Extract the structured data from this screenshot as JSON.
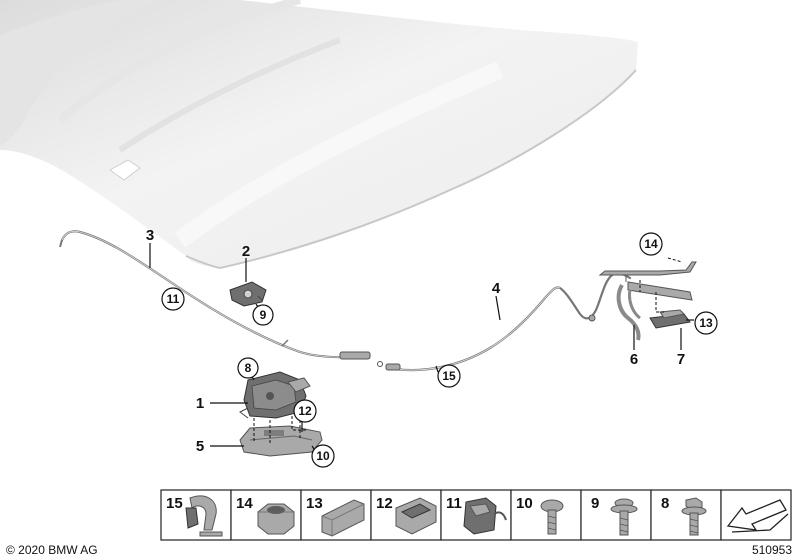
{
  "callouts": {
    "c1": "1",
    "c2": "2",
    "c3": "3",
    "c4": "4",
    "c5": "5",
    "c6": "6",
    "c7": "7",
    "c8": "8",
    "c9": "9",
    "c10": "10",
    "c11": "11",
    "c12": "12",
    "c13": "13",
    "c14": "14",
    "c15": "15"
  },
  "strip": [
    "15",
    "14",
    "13",
    "12",
    "11",
    "10",
    "9",
    "8"
  ],
  "footer": {
    "copyright": "© 2020 BMW AG",
    "diagram_number": "510953"
  }
}
